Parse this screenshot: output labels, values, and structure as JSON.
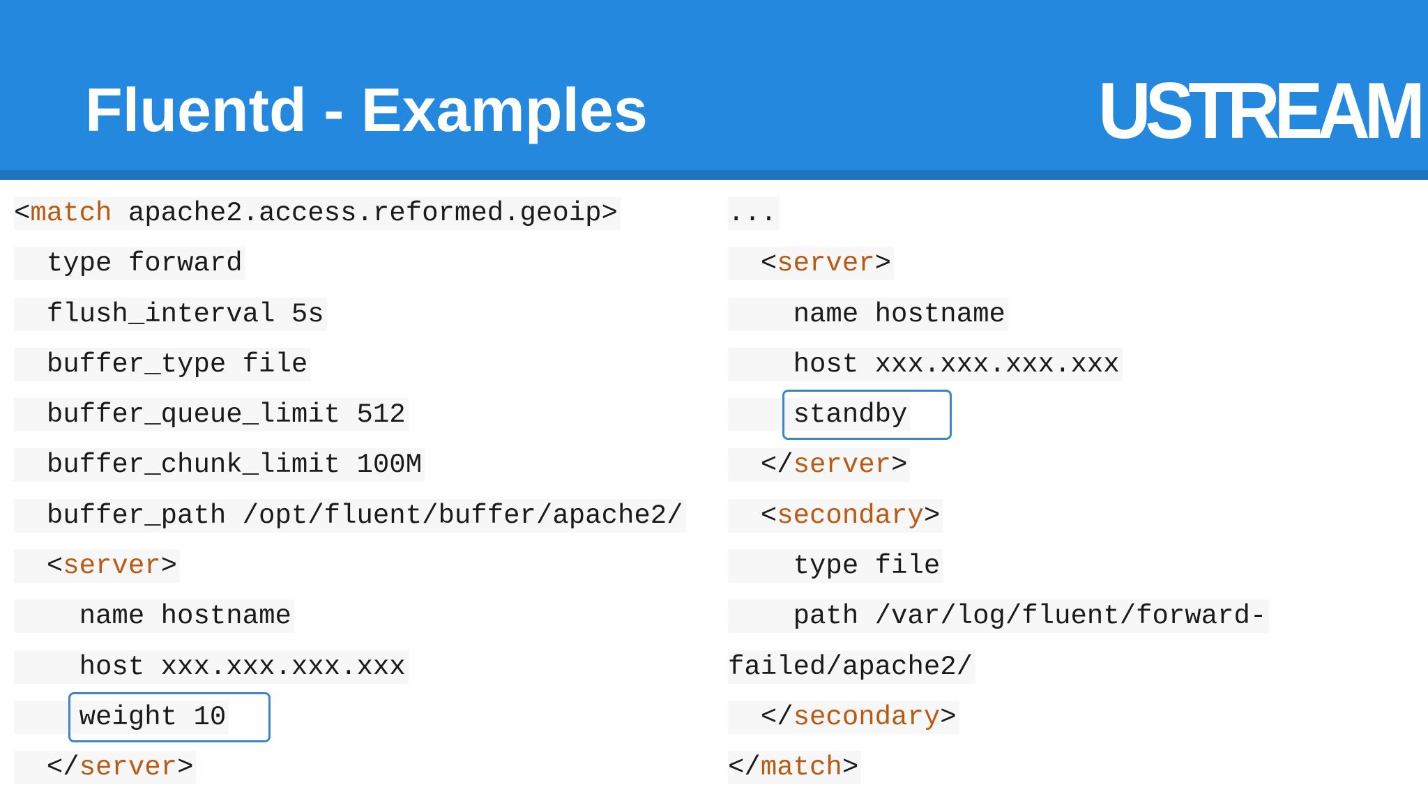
{
  "slide": {
    "title": "Fluentd - Examples",
    "logo": "USTREAM"
  },
  "left_column": [
    {
      "indent": "",
      "pre": "<",
      "kw": "match",
      "post": " apache2.access.reformed.geoip>"
    },
    {
      "indent": "  ",
      "pre": "type forward",
      "kw": "",
      "post": ""
    },
    {
      "indent": "  ",
      "pre": "flush_interval 5s",
      "kw": "",
      "post": ""
    },
    {
      "indent": "  ",
      "pre": "buffer_type file",
      "kw": "",
      "post": ""
    },
    {
      "indent": "  ",
      "pre": "buffer_queue_limit 512",
      "kw": "",
      "post": ""
    },
    {
      "indent": "  ",
      "pre": "buffer_chunk_limit 100M",
      "kw": "",
      "post": ""
    },
    {
      "indent": "  ",
      "pre": "buffer_path /opt/fluent/buffer/apache2/",
      "kw": "",
      "post": ""
    },
    {
      "indent": "  ",
      "pre": "<",
      "kw": "server",
      "post": ">"
    },
    {
      "indent": "    ",
      "pre": "name hostname",
      "kw": "",
      "post": ""
    },
    {
      "indent": "    ",
      "pre": "host xxx.xxx.xxx.xxx",
      "kw": "",
      "post": ""
    },
    {
      "indent": "    ",
      "pre": "weight 10",
      "kw": "",
      "post": "",
      "highlighted": true
    },
    {
      "indent": "  ",
      "pre": "</",
      "kw": "server",
      "post": ">"
    }
  ],
  "right_column": [
    {
      "indent": "",
      "pre": "...",
      "kw": "",
      "post": ""
    },
    {
      "indent": "  ",
      "pre": "<",
      "kw": "server",
      "post": ">"
    },
    {
      "indent": "    ",
      "pre": "name hostname",
      "kw": "",
      "post": ""
    },
    {
      "indent": "    ",
      "pre": "host xxx.xxx.xxx.xxx",
      "kw": "",
      "post": ""
    },
    {
      "indent": "    ",
      "pre": "standby",
      "kw": "",
      "post": "",
      "highlighted": true
    },
    {
      "indent": "  ",
      "pre": "</",
      "kw": "server",
      "post": ">"
    },
    {
      "indent": "  ",
      "pre": "<",
      "kw": "secondary",
      "post": ">"
    },
    {
      "indent": "    ",
      "pre": "type file",
      "kw": "",
      "post": ""
    },
    {
      "indent": "    ",
      "pre": "path /var/log/fluent/forward-",
      "kw": "",
      "post": ""
    },
    {
      "indent": "",
      "pre": "failed/apache2/",
      "kw": "",
      "post": ""
    },
    {
      "indent": "  ",
      "pre": "</",
      "kw": "secondary",
      "post": ">"
    },
    {
      "indent": "",
      "pre": "</",
      "kw": "match",
      "post": ">"
    }
  ],
  "colors": {
    "header": "#2388de",
    "header_rule": "#1f74bd",
    "keyword": "#b85a14",
    "highlight_border": "#3a86c8",
    "code_background": "#f7f7f7"
  }
}
